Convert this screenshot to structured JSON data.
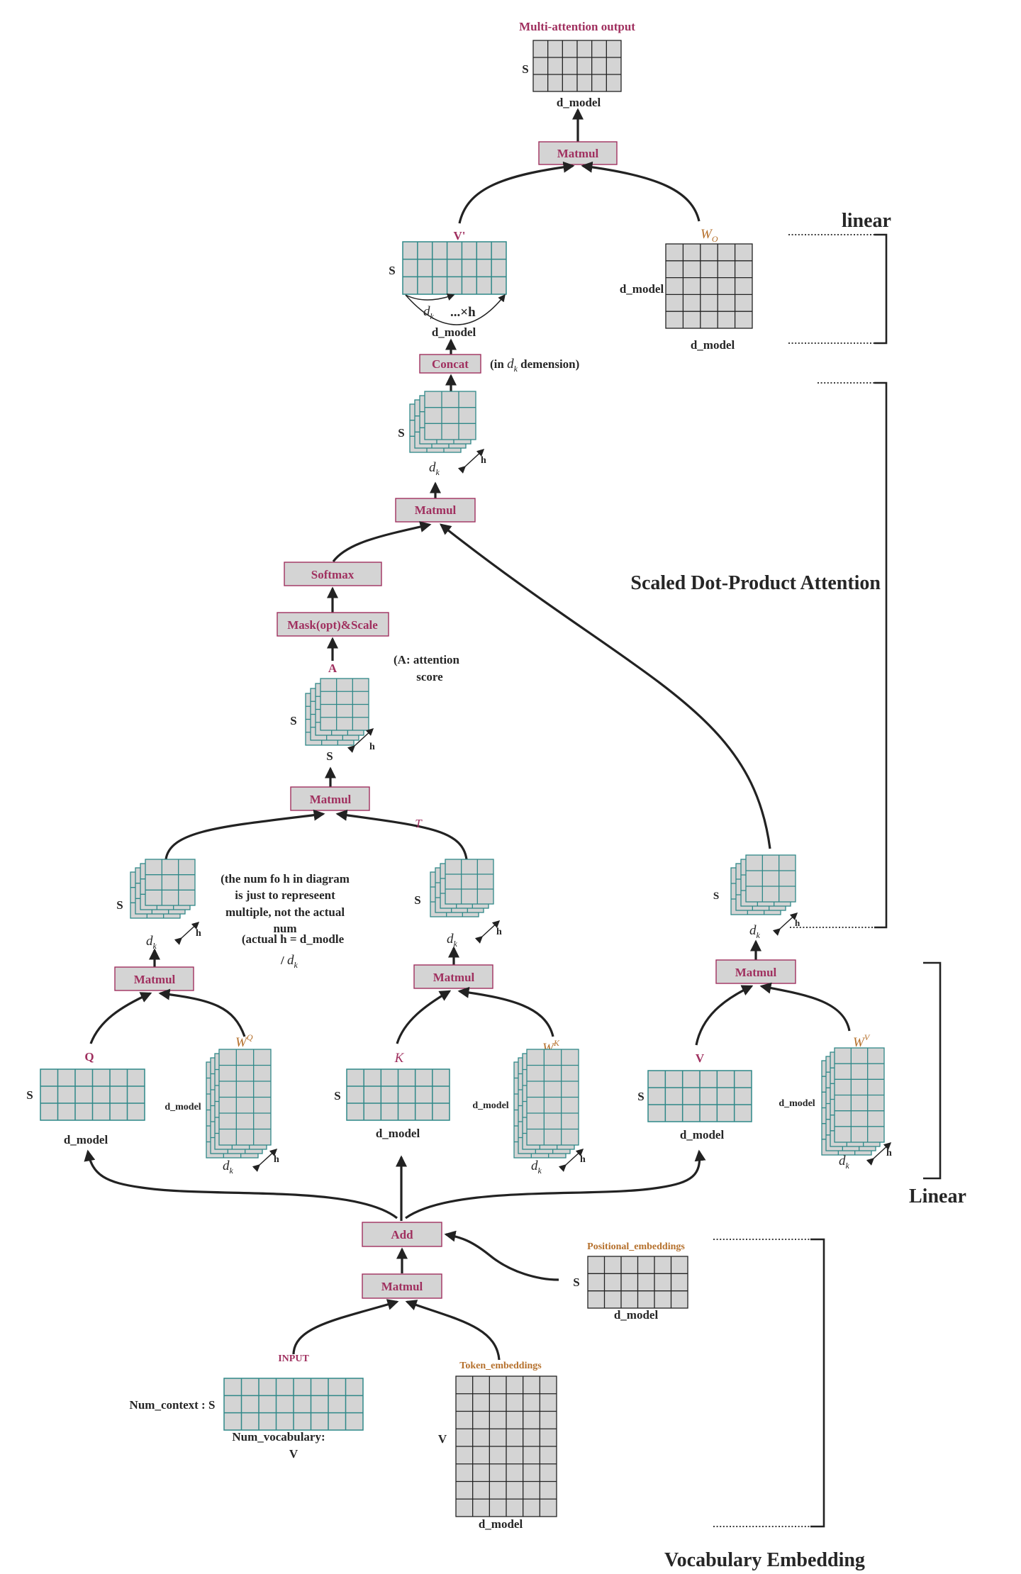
{
  "labels": {
    "out_title": "Multi-attention output",
    "out_s": "S",
    "out_dm": "d_model",
    "matmul": "Matmul",
    "vprime": "V'",
    "vprime_s": "S",
    "dk": "d",
    "dk_sub": "k",
    "times_h": "...×h",
    "concat_dm": "d_model",
    "wo_dm_left": "d_model",
    "wo_dm_bottom": "d_model",
    "concat": "Concat",
    "concat_note_a": "(in ",
    "concat_note_b": " demension)",
    "h": "h",
    "s": "S",
    "softmax": "Softmax",
    "mask": "Mask(opt)&Scale",
    "a": "A",
    "a_note_1": "(A: attention",
    "a_note_2": "score",
    "t": "T",
    "note_1": "(the num fo h in diagram",
    "note_2": "is just to represeent",
    "note_3": "multiple, not the actual",
    "note_4": "num",
    "note_5": "(actual h = d_modle",
    "note_6": "/ ",
    "q": "Q",
    "k": "K",
    "v": "V",
    "w": "W",
    "wq_sup": "Q",
    "wk_sup": "K",
    "wv_sup": "V",
    "wo_sub": "O",
    "d_model": "d_model",
    "add": "Add",
    "pos_emb": "Positional_embeddings",
    "token_emb": "Token_embeddings",
    "input": "INPUT",
    "num_context": "Num_context : S",
    "num_vocab": "Num_vocabulary:",
    "vocab_v": "V",
    "tok_v": "V"
  },
  "sections": {
    "linear_top": "linear",
    "sdpa": "Scaled Dot-Product Attention",
    "linear_bottom": "Linear",
    "vocab_emb": "Vocabulary Embedding"
  },
  "colors": {
    "teal": "#2f8888",
    "cell": "#d4d4d4",
    "dark": "#222222",
    "pink": "#a0305f",
    "orange": "#b5702c"
  }
}
